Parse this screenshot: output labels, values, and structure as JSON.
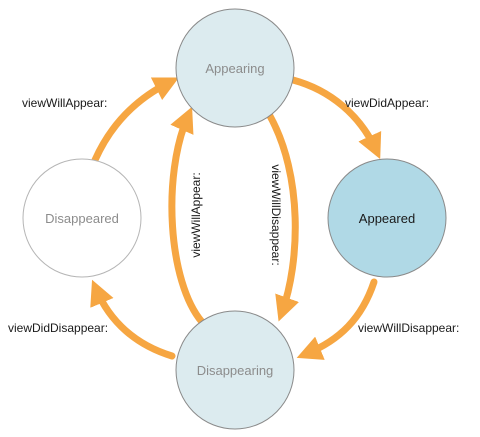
{
  "diagram": {
    "states": {
      "appearing": {
        "label": "Appearing"
      },
      "appeared": {
        "label": "Appeared"
      },
      "disappearing": {
        "label": "Disappearing"
      },
      "disappeared": {
        "label": "Disappeared"
      }
    },
    "transitions": {
      "will_appear_from_disappeared": {
        "label": "viewWillAppear:"
      },
      "did_appear": {
        "label": "viewDidAppear:"
      },
      "will_disappear_from_appeared": {
        "label": "viewWillDisappear:"
      },
      "did_disappear": {
        "label": "viewDidDisappear:"
      },
      "will_appear_from_disappearing": {
        "label": "viewWillAppear:"
      },
      "will_disappear_from_appearing": {
        "label": "viewWillDisappear:"
      }
    },
    "colors": {
      "arrow": "#F6A642",
      "circle_light": "#DCEBEF",
      "circle_appeared": "#B0D9E6",
      "circle_white": "#FFFFFF",
      "circle_stroke": "#8A8A8A",
      "disappeared_stroke": "#B5B5B5",
      "label_dim": "#8C8C8C",
      "label_dark": "#1A1A1A"
    }
  }
}
